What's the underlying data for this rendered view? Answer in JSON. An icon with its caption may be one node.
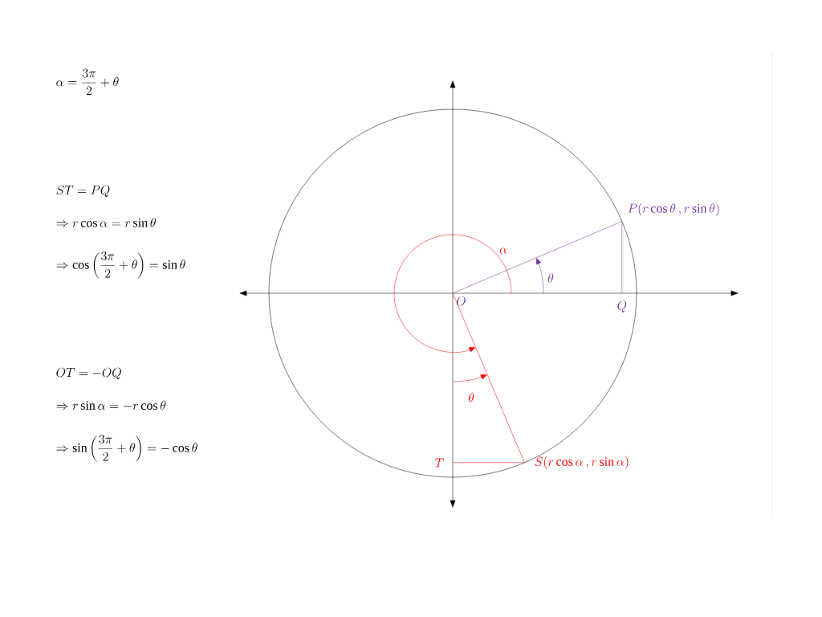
{
  "diagram": {
    "nodes": [
      {
        "text": [
          "O"
        ]
      },
      {
        "text": [
          "P(r\\cos\\theta\\,, r\\sin\\theta)"
        ]
      },
      {
        "text": [
          "Q"
        ]
      },
      {
        "text": [
          "S(r\\cos\\alpha\\,, r\\sin\\alpha)"
        ]
      },
      {
        "text": [
          "T"
        ]
      }
    ],
    "edges": [
      {
        "from": 0,
        "to": 1,
        "arrow": "none",
        "color": "#7030a0"
      },
      {
        "from": 1,
        "to": 2,
        "arrow": "none",
        "color": "#7030a0"
      },
      {
        "from": 0,
        "to": 3,
        "arrow": "none",
        "color": "#ff0000"
      },
      {
        "from": 3,
        "to": 4,
        "arrow": "none",
        "color": "#ff0000"
      }
    ],
    "labels": [
      "\\alpha = \\frac{3\\pi}{2} + \\theta",
      "ST = PQ",
      "\\Rightarrow r\\cos\\alpha = r\\sin\\theta",
      "\\Rightarrow \\cos\\left(\\frac{3\\pi}{2} + \\theta\\right) = \\sin\\theta",
      "OT = -OQ",
      "\\Rightarrow r\\sin\\alpha = -r\\cos\\theta",
      "\\Rightarrow \\sin\\left(\\frac{3\\pi}{2} + \\theta\\right) = -\\cos\\theta",
      "\\alpha",
      "\\theta",
      "\\theta"
    ]
  }
}
